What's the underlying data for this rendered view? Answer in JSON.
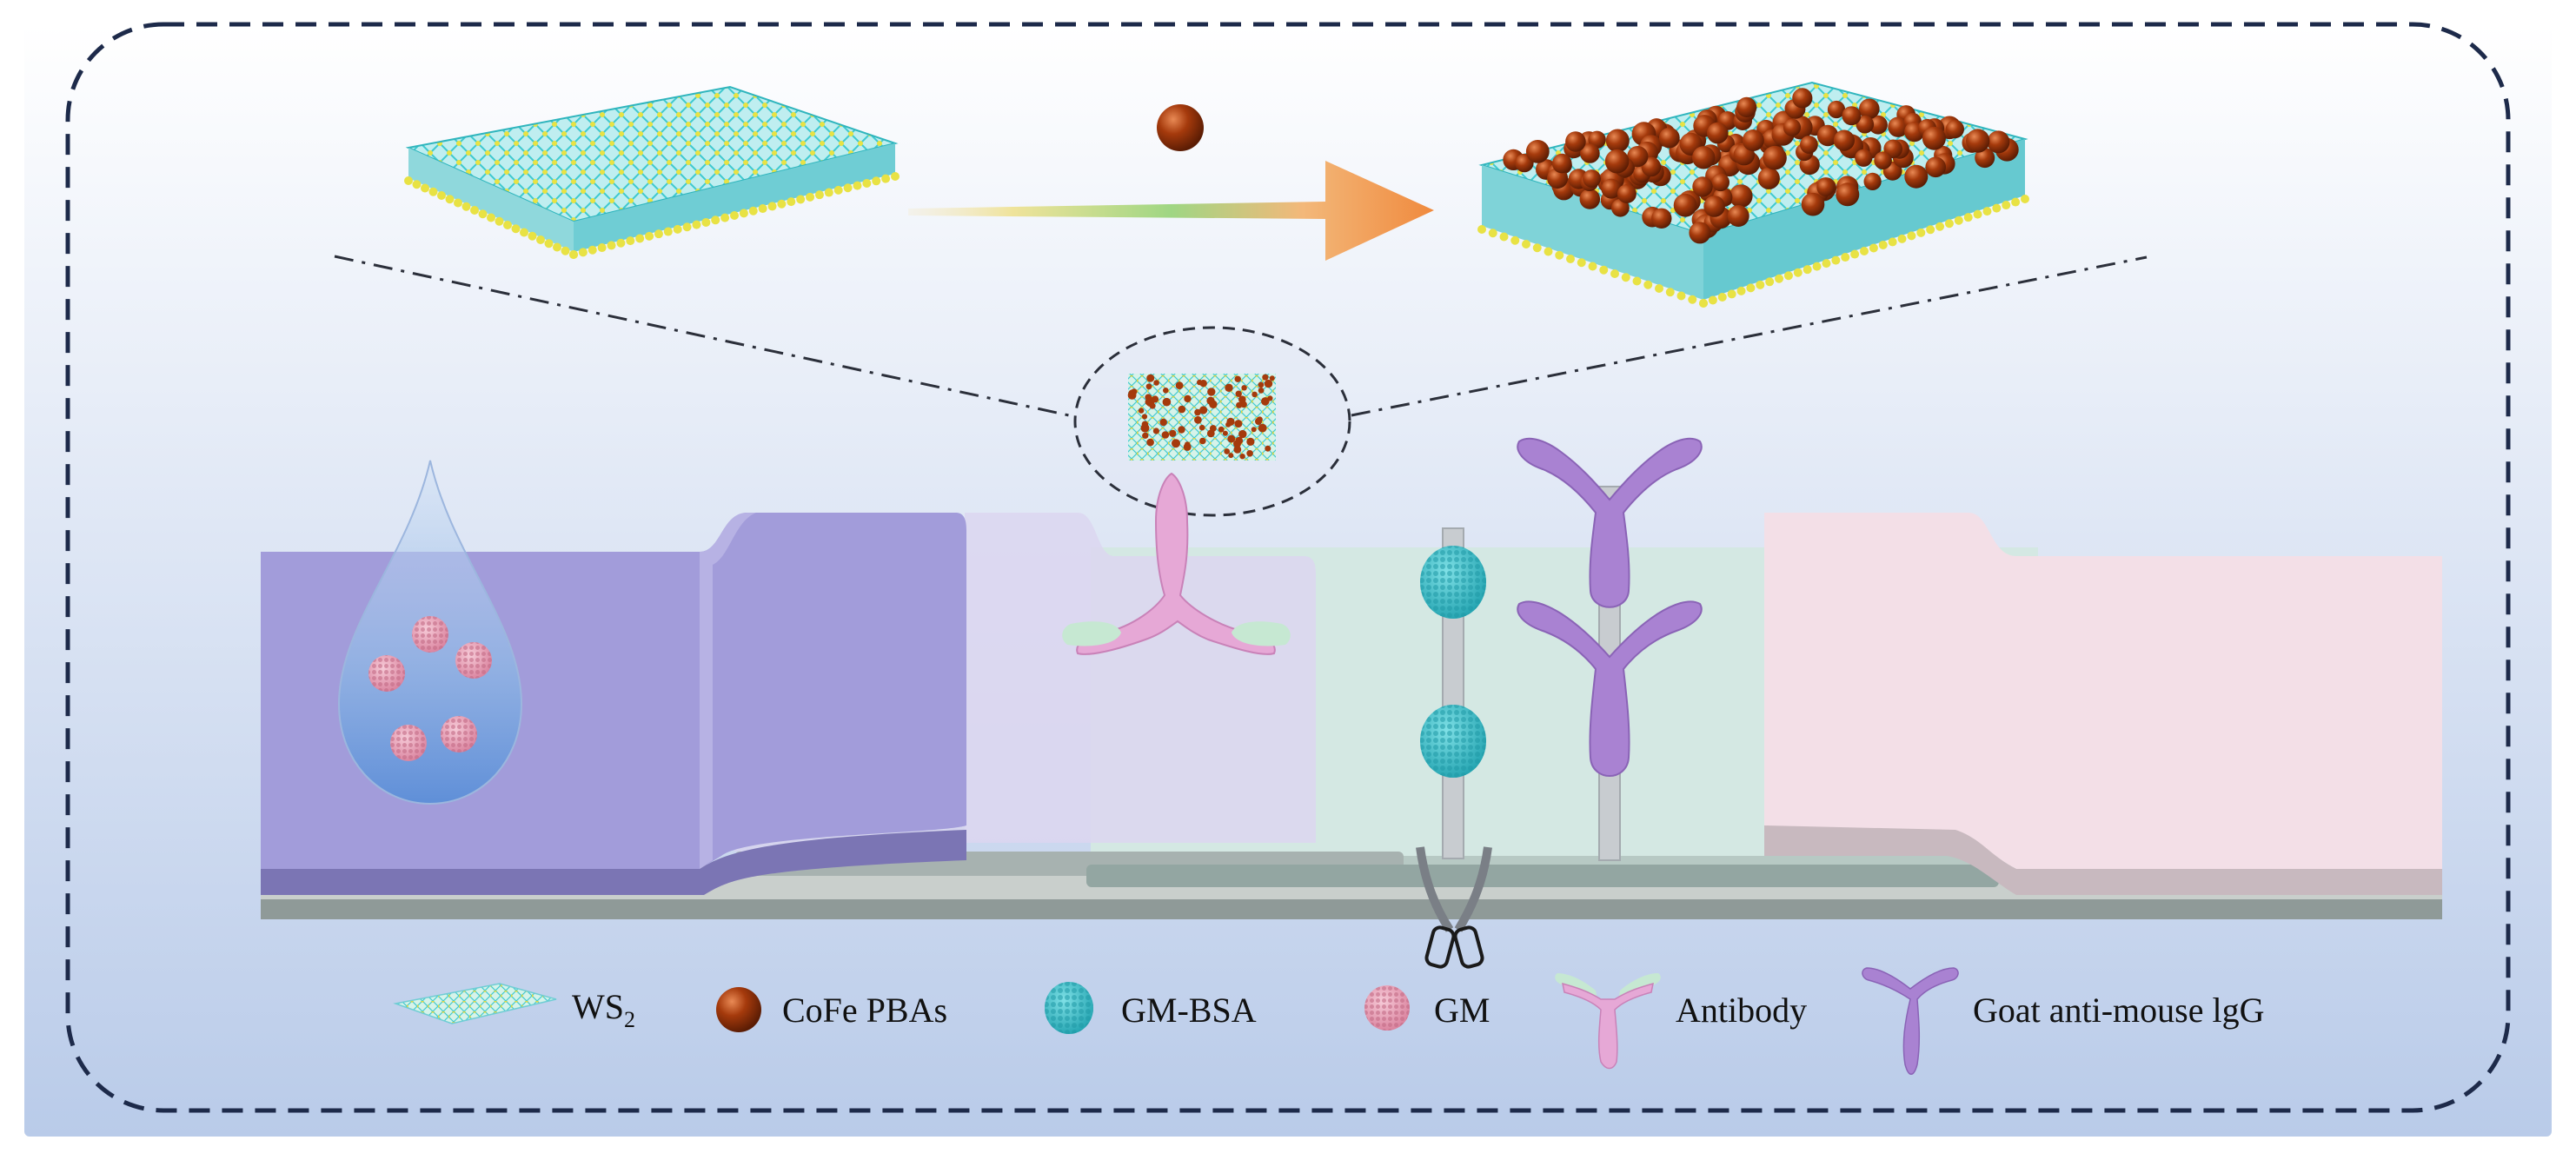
{
  "colors": {
    "background_top": "#ffffff",
    "background_bottom": "#b9cbe9",
    "dashed_border": "#1d2a4a",
    "sample_pad": "#9f9ad6",
    "conjugate_pad": "#d9d3ee",
    "membrane": "#cfe4e0",
    "absorbent_pad": "#f2dde6",
    "backing": "#8f9a98",
    "ws2_yellow": "#e8e244",
    "ws2_cyan": "#3fc9cf",
    "cofe_pba": "#a53a0c",
    "gm_bsa": "#38b9c4",
    "gm": "#e6a1b6",
    "antibody_pink": "#e6a8d6",
    "antibody_green": "#c6e8d2",
    "goat_igg": "#a982d2"
  },
  "legend": {
    "ws2": {
      "text": "WS",
      "subscript": "2",
      "icon": "ws2-sheet-icon"
    },
    "cofe": {
      "text": "CoFe PBAs",
      "icon": "sphere-icon"
    },
    "gmbsa": {
      "text": "GM-BSA",
      "icon": "nanocluster-icon"
    },
    "gm": {
      "text": "GM",
      "icon": "nanocluster-icon"
    },
    "antibody": {
      "text": "Antibody",
      "icon": "antibody-icon"
    },
    "goat": {
      "text": "Goat anti-mouse lgG",
      "icon": "antibody-icon"
    }
  }
}
